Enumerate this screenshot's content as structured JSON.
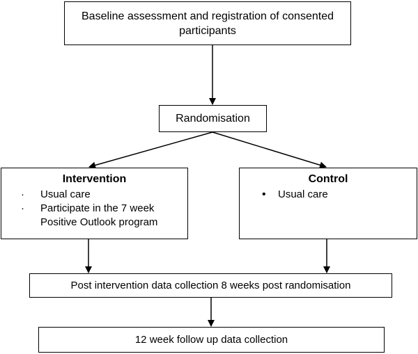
{
  "baseline": {
    "text": "Baseline assessment and registration of consented participants"
  },
  "randomisation": {
    "text": "Randomisation"
  },
  "intervention": {
    "title": "Intervention",
    "bullet": "·",
    "items": [
      "Usual care",
      "Participate in the 7 week Positive Outlook program"
    ]
  },
  "control": {
    "title": "Control",
    "bullet": "•",
    "items": [
      "Usual care"
    ]
  },
  "post": {
    "text": "Post intervention data collection 8 weeks post randomisation"
  },
  "followup": {
    "text": "12 week follow up data collection"
  }
}
